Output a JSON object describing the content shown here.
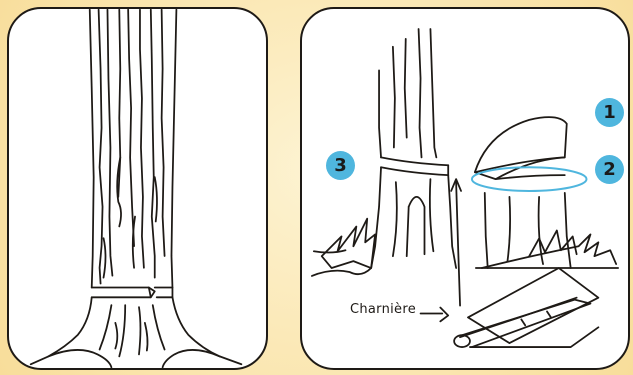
{
  "steps": [
    {
      "number": "1"
    },
    {
      "number": "2"
    },
    {
      "number": "3"
    }
  ],
  "hinge_label": "Charnière",
  "colors": {
    "background": "#fbe7b4",
    "panel": "#ffffff",
    "ink": "#1e1a16",
    "accent": "#4fb6de"
  }
}
